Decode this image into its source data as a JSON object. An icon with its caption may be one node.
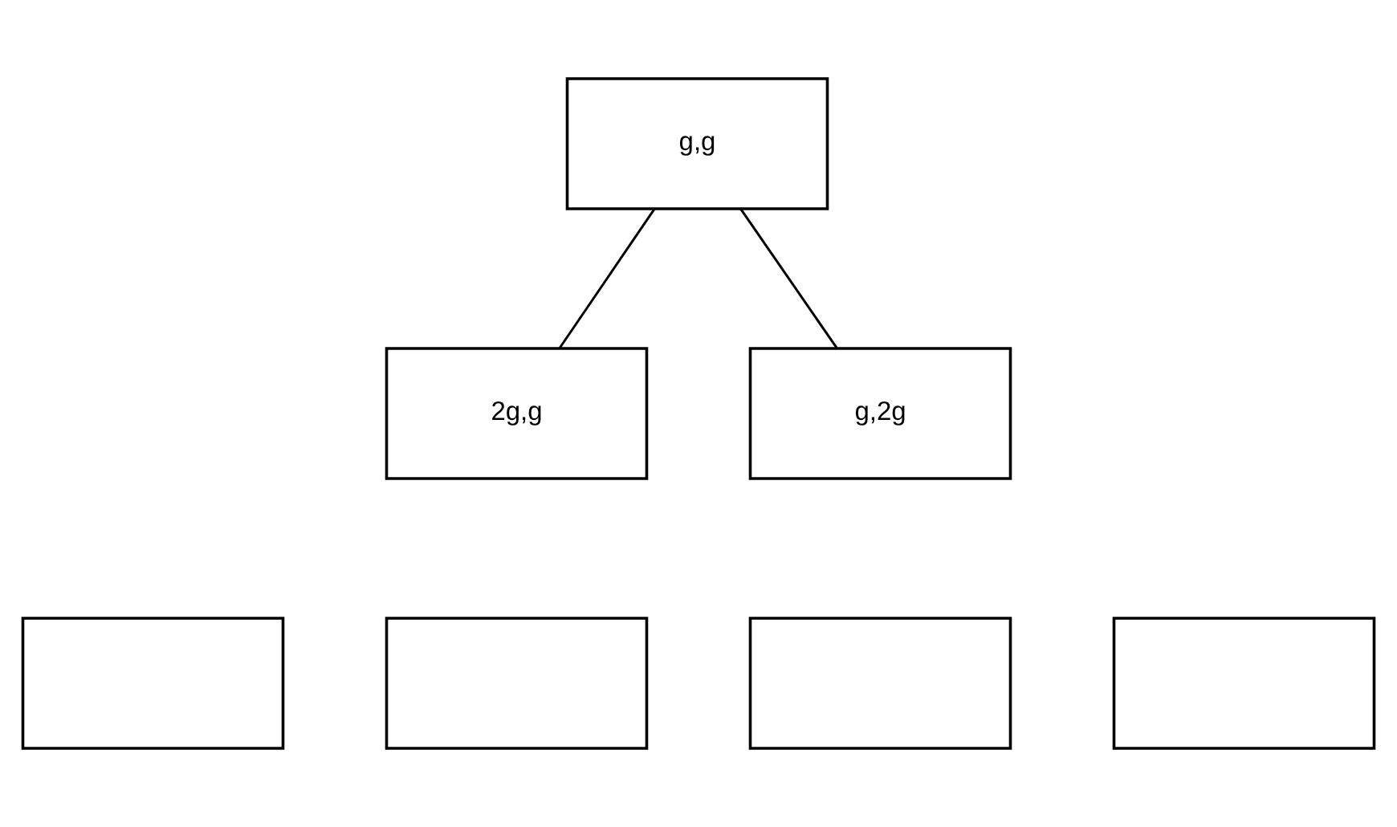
{
  "diagram": {
    "nodes": [
      {
        "text": [
          "g,g"
        ]
      },
      {
        "text": [
          "2g,g"
        ]
      },
      {
        "text": [
          "g,2g"
        ]
      },
      {
        "text": [],
        "shape": "box"
      },
      {
        "text": [],
        "shape": "box"
      },
      {
        "text": [],
        "shape": "box"
      },
      {
        "text": [],
        "shape": "box"
      }
    ],
    "edges": [
      {
        "from": 0,
        "to": 1,
        "arrow": "none"
      },
      {
        "from": 0,
        "to": 2,
        "arrow": "none"
      }
    ]
  }
}
